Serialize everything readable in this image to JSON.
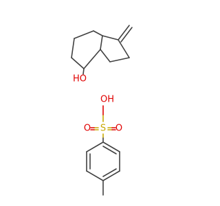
{
  "molecules": [
    {
      "labels": {
        "hydroxyl": "HO"
      }
    },
    {
      "labels": {
        "acid_hydroxyl": "OH",
        "sulfonyl_o_left": "O",
        "sulfur": "S",
        "sulfonyl_o_right": "O"
      }
    }
  ],
  "colors": {
    "bond": "#404040",
    "oxygen": "#e00000",
    "sulfur": "#c8a800"
  }
}
